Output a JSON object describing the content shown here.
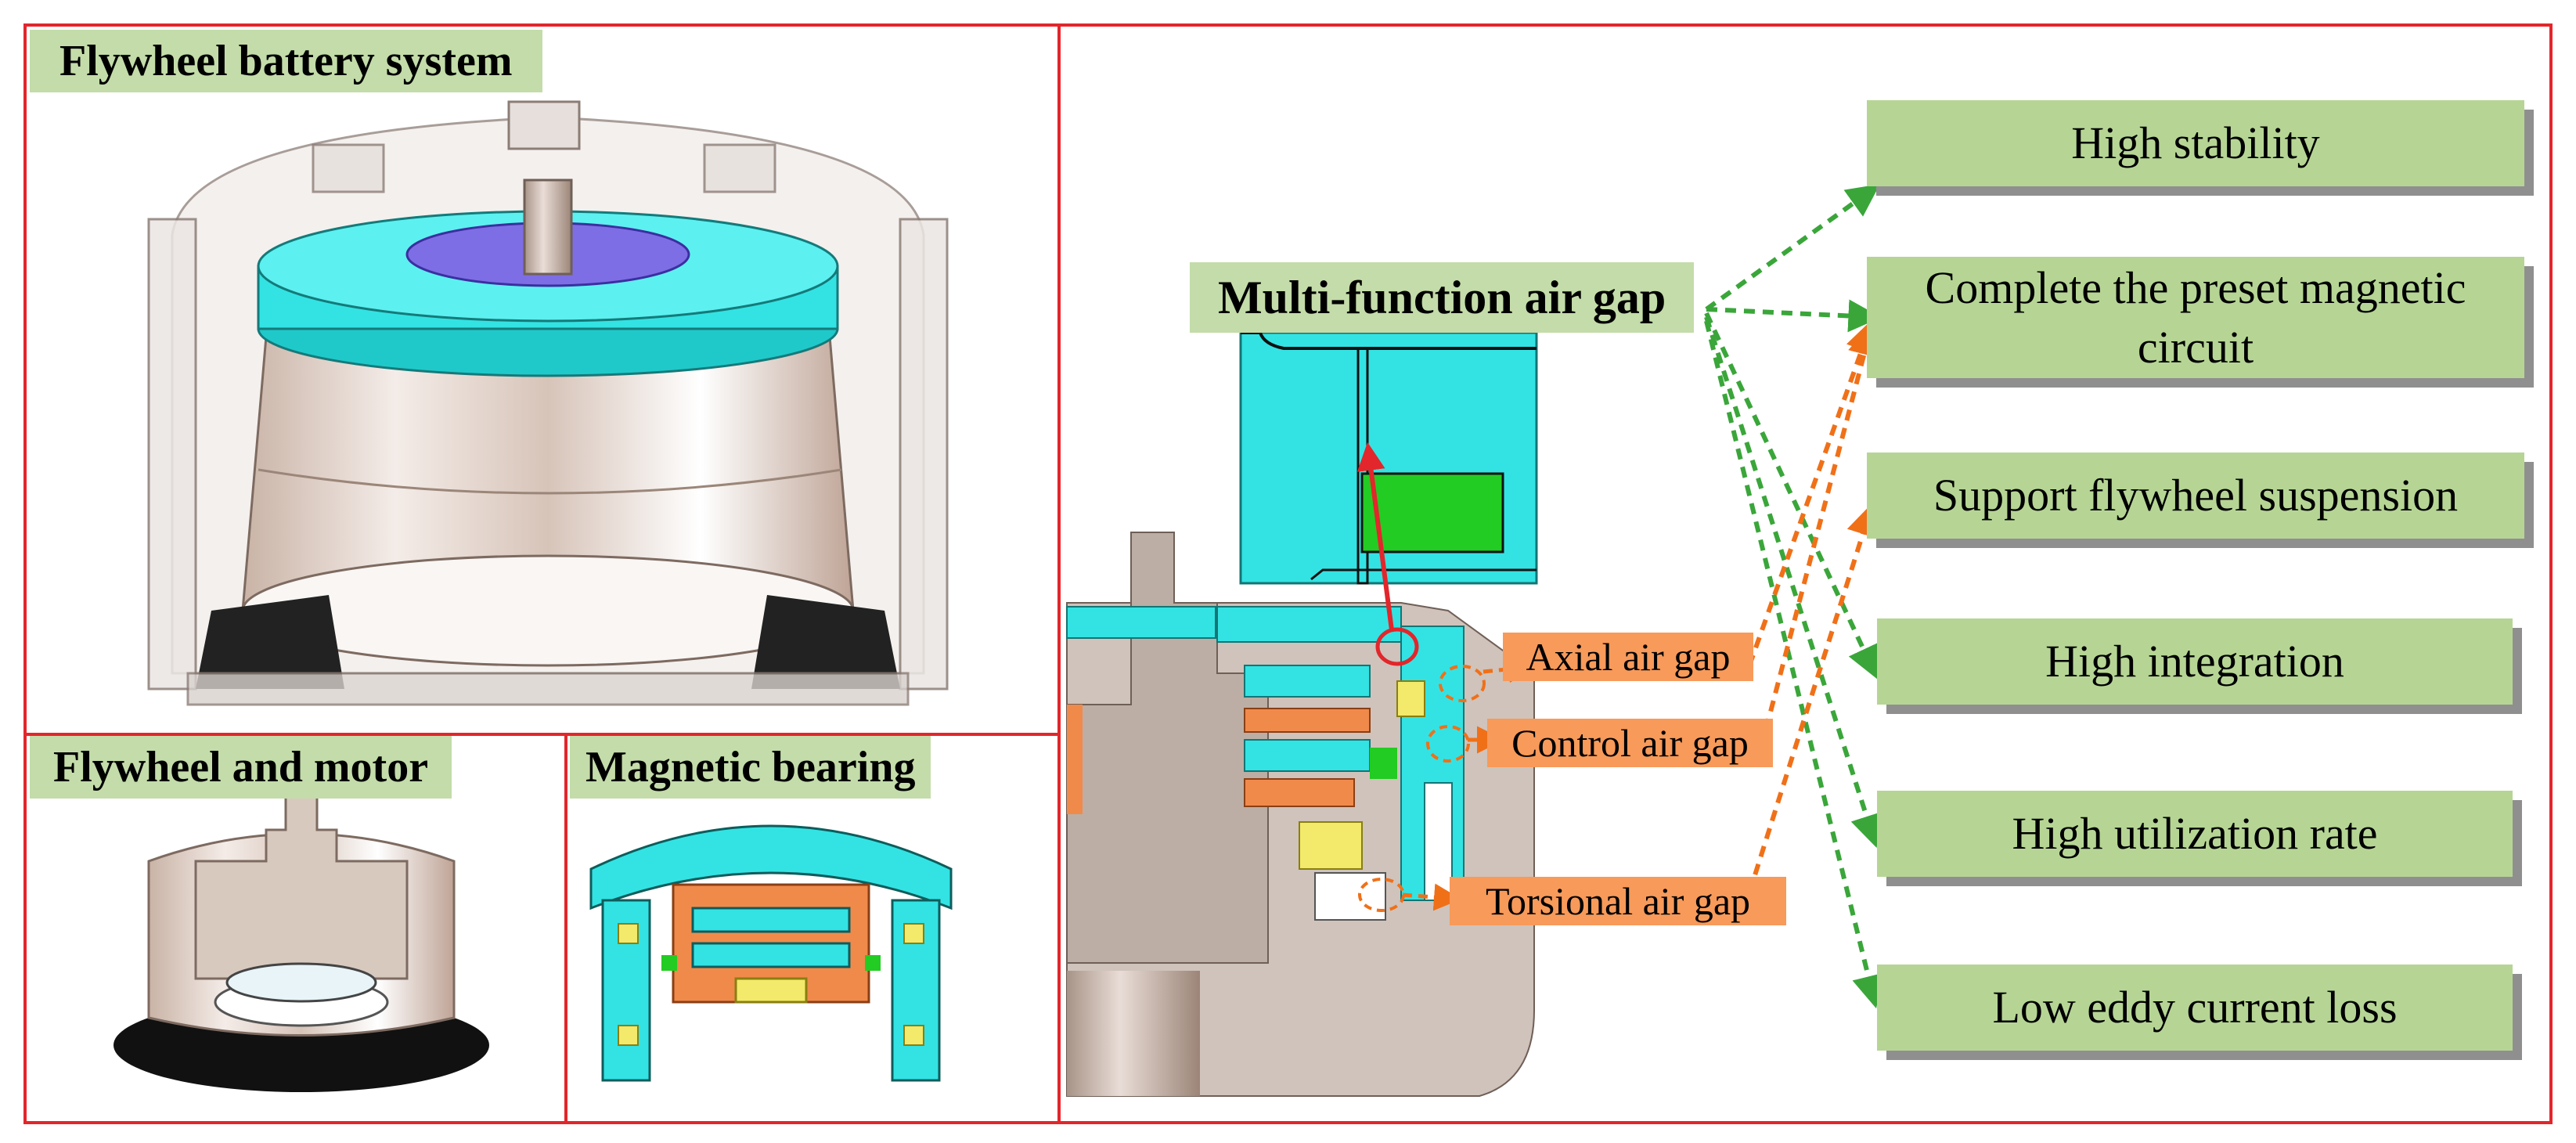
{
  "panels": {
    "battery": "Flywheel battery system",
    "motor": "Flywheel and motor",
    "bearing": "Magnetic bearing"
  },
  "airgap": {
    "title": "Multi-function air gap",
    "axial": "Axial air gap",
    "control": "Control air gap",
    "torsional": "Torsional air gap"
  },
  "features": [
    "High stability",
    "Complete the preset magnetic circuit",
    "Support flywheel suspension",
    "High integration",
    "High utilization rate",
    "Low eddy current loss"
  ],
  "colors": {
    "frame": "#e2262b",
    "cyan": "#33e3e3",
    "green_box": "#b6d595",
    "orange_box": "#f79a5a",
    "green_arrow": "#3aa63a",
    "orange_arrow": "#f07018"
  }
}
